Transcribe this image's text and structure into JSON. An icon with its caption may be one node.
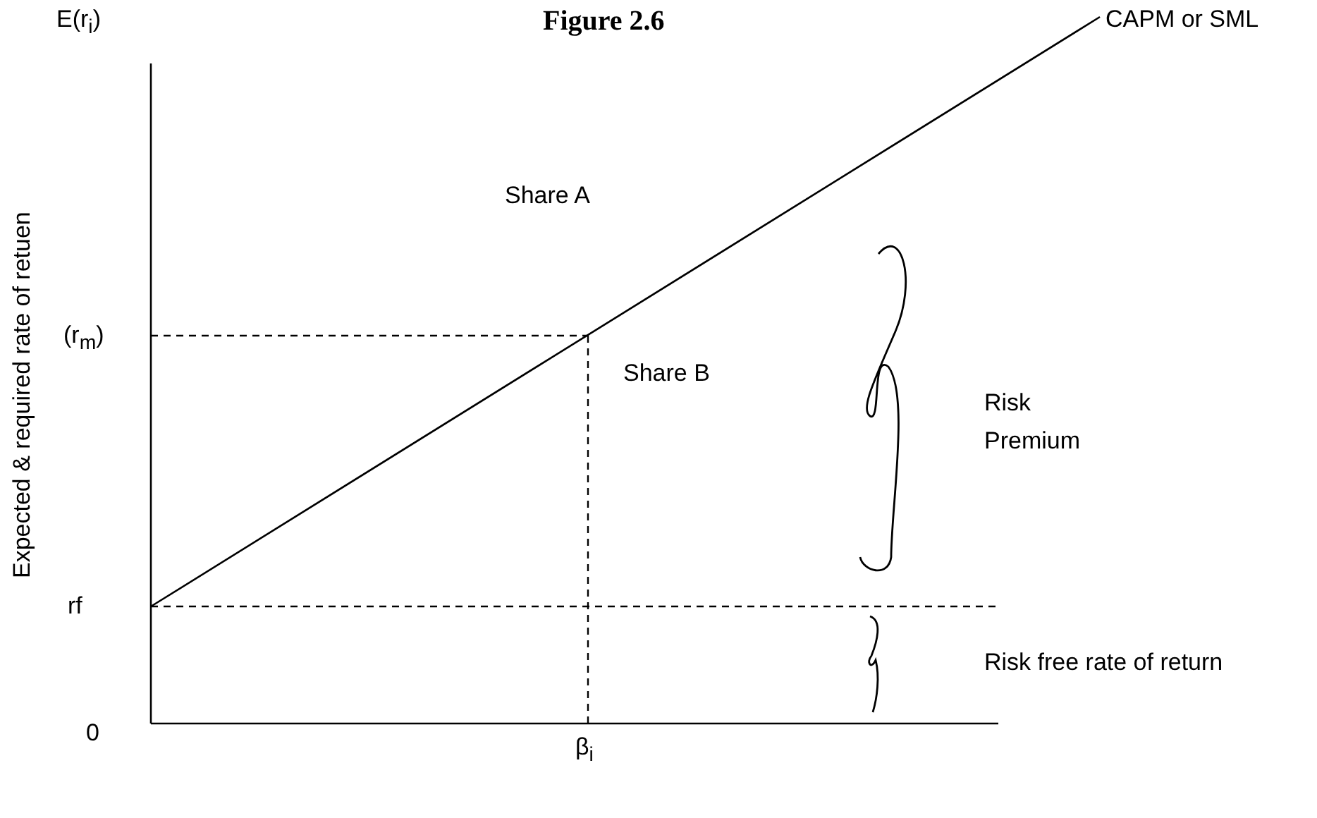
{
  "diagram": {
    "title": "Figure 2.6",
    "labels": [
      "E(r$_{i}$)",
      "Expected & required rate of retuen",
      "CAPM or SML",
      "Share A",
      "(r$_{m}$)",
      "Share B",
      "Risk Premium",
      "rf",
      "Risk free rate of return",
      "0",
      "β$_{i}$"
    ]
  }
}
